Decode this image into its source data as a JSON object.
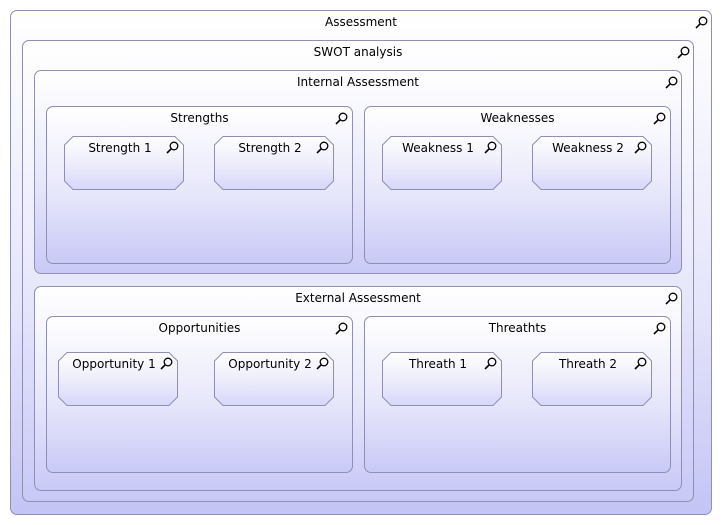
{
  "assessment": {
    "title": "Assessment",
    "swot": {
      "title": "SWOT analysis",
      "internal": {
        "title": "Internal Assessment",
        "strengths": {
          "title": "Strengths",
          "items": [
            "Strength 1",
            "Strength 2"
          ]
        },
        "weaknesses": {
          "title": "Weaknesses",
          "items": [
            "Weakness 1",
            "Weakness 2"
          ]
        }
      },
      "external": {
        "title": "External Assessment",
        "opportunities": {
          "title": "Opportunities",
          "items": [
            "Opportunity 1",
            "Opportunity 2"
          ]
        },
        "threats": {
          "title": "Threathts",
          "items": [
            "Threath 1",
            "Threath 2"
          ]
        }
      }
    }
  },
  "icons": {
    "expand": "search-icon"
  },
  "colors": {
    "border": "#8f8fb3",
    "fill_top": "#ffffff",
    "fill_bottom": "#c9c9f7"
  }
}
